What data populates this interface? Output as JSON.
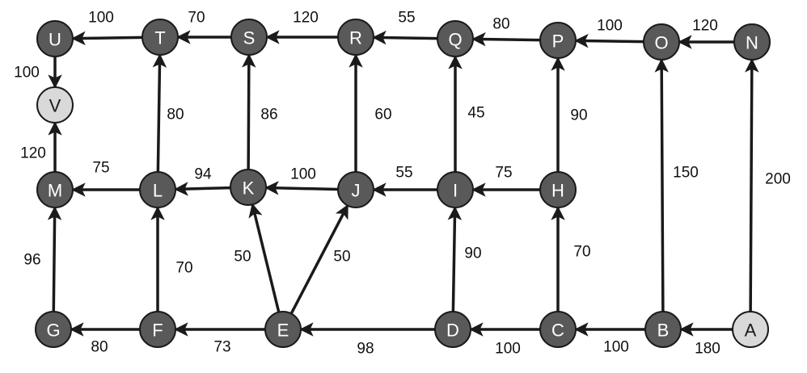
{
  "colors": {
    "dark_node": "#595959",
    "light_node": "#d9d9d9",
    "edge": "#1a1a1a"
  },
  "nodes": [
    {
      "id": "U",
      "label": "U",
      "type": "dark"
    },
    {
      "id": "T",
      "label": "T",
      "type": "dark"
    },
    {
      "id": "S",
      "label": "S",
      "type": "dark"
    },
    {
      "id": "R",
      "label": "R",
      "type": "dark"
    },
    {
      "id": "Q",
      "label": "Q",
      "type": "dark"
    },
    {
      "id": "P",
      "label": "P",
      "type": "dark"
    },
    {
      "id": "O",
      "label": "O",
      "type": "dark"
    },
    {
      "id": "N",
      "label": "N",
      "type": "dark"
    },
    {
      "id": "V",
      "label": "V",
      "type": "light"
    },
    {
      "id": "M",
      "label": "M",
      "type": "dark"
    },
    {
      "id": "L",
      "label": "L",
      "type": "dark"
    },
    {
      "id": "K",
      "label": "K",
      "type": "dark"
    },
    {
      "id": "J",
      "label": "J",
      "type": "dark"
    },
    {
      "id": "I",
      "label": "I",
      "type": "dark"
    },
    {
      "id": "H",
      "label": "H",
      "type": "dark"
    },
    {
      "id": "G",
      "label": "G",
      "type": "dark"
    },
    {
      "id": "F",
      "label": "F",
      "type": "dark"
    },
    {
      "id": "E",
      "label": "E",
      "type": "dark"
    },
    {
      "id": "D",
      "label": "D",
      "type": "dark"
    },
    {
      "id": "C",
      "label": "C",
      "type": "dark"
    },
    {
      "id": "B",
      "label": "B",
      "type": "dark"
    },
    {
      "id": "A",
      "label": "A",
      "type": "light"
    }
  ],
  "edges": [
    {
      "from": "A",
      "to": "B",
      "weight": "180"
    },
    {
      "from": "A",
      "to": "N",
      "weight": "200"
    },
    {
      "from": "B",
      "to": "C",
      "weight": "100"
    },
    {
      "from": "B",
      "to": "O",
      "weight": "150"
    },
    {
      "from": "C",
      "to": "D",
      "weight": "100"
    },
    {
      "from": "C",
      "to": "H",
      "weight": "70"
    },
    {
      "from": "D",
      "to": "E",
      "weight": "98"
    },
    {
      "from": "D",
      "to": "I",
      "weight": "90"
    },
    {
      "from": "E",
      "to": "F",
      "weight": "73"
    },
    {
      "from": "E",
      "to": "K",
      "weight": "50"
    },
    {
      "from": "E",
      "to": "J",
      "weight": "50"
    },
    {
      "from": "F",
      "to": "G",
      "weight": "80"
    },
    {
      "from": "F",
      "to": "L",
      "weight": "70"
    },
    {
      "from": "G",
      "to": "M",
      "weight": "96"
    },
    {
      "from": "H",
      "to": "I",
      "weight": "75"
    },
    {
      "from": "H",
      "to": "P",
      "weight": "90"
    },
    {
      "from": "I",
      "to": "J",
      "weight": "55"
    },
    {
      "from": "I",
      "to": "Q",
      "weight": "45"
    },
    {
      "from": "J",
      "to": "K",
      "weight": "100"
    },
    {
      "from": "J",
      "to": "R",
      "weight": "60"
    },
    {
      "from": "K",
      "to": "L",
      "weight": "94"
    },
    {
      "from": "K",
      "to": "S",
      "weight": "86"
    },
    {
      "from": "L",
      "to": "M",
      "weight": "75"
    },
    {
      "from": "L",
      "to": "T",
      "weight": "80"
    },
    {
      "from": "M",
      "to": "V",
      "weight": "120"
    },
    {
      "from": "N",
      "to": "O",
      "weight": "120"
    },
    {
      "from": "O",
      "to": "P",
      "weight": "100"
    },
    {
      "from": "P",
      "to": "Q",
      "weight": "80"
    },
    {
      "from": "Q",
      "to": "R",
      "weight": "55"
    },
    {
      "from": "R",
      "to": "S",
      "weight": "120"
    },
    {
      "from": "S",
      "to": "T",
      "weight": "70"
    },
    {
      "from": "T",
      "to": "U",
      "weight": "100"
    },
    {
      "from": "U",
      "to": "V",
      "weight": "100"
    }
  ]
}
